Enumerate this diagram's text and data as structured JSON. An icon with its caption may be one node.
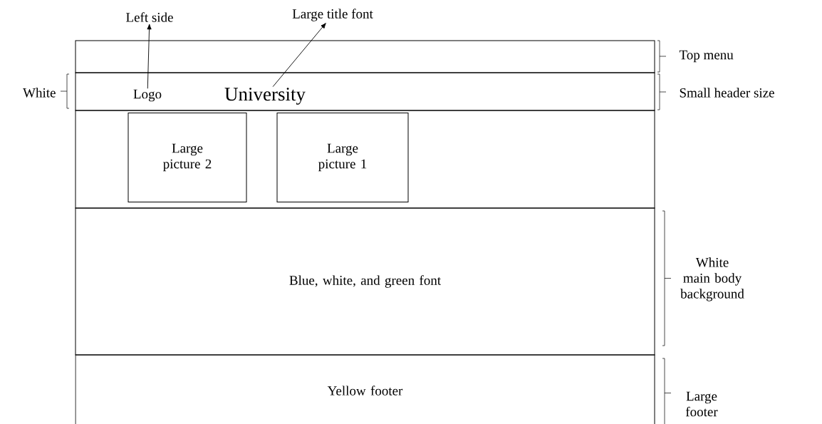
{
  "diagram": {
    "nodes": [
      {
        "text": [],
        "shape": "box",
        "beside": [
          "White",
          "Small header size"
        ]
      },
      {
        "text": [
          "Logo"
        ],
        "in": 0
      },
      {
        "text": [
          "University"
        ],
        "in": 0
      },
      {
        "text": [
          "Left side"
        ]
      },
      {
        "text": [
          "Large title font"
        ]
      },
      {
        "text": [],
        "shape": "box"
      },
      {
        "text": [
          "Large picture 2"
        ],
        "in": 5
      },
      {
        "text": [
          "Large picture 1"
        ],
        "in": 5
      },
      {
        "text": [
          "Blue, white, and green font"
        ],
        "beside": [
          "White main body background"
        ]
      },
      {
        "text": [
          "Yellow footer"
        ],
        "beside": [
          "Large footer"
        ]
      }
    ],
    "edges": [
      {
        "from": 1,
        "to": 3,
        "arrow": "to"
      },
      {
        "from": 2,
        "to": 4,
        "arrow": "to"
      }
    ],
    "labels": [
      "Top menu"
    ]
  }
}
